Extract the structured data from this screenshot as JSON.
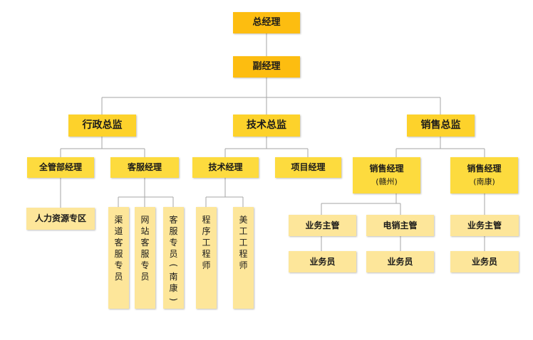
{
  "colors": {
    "top": "#fdbd10",
    "director": "#fdd22b",
    "manager": "#fddb3e",
    "leaf": "#fde69a",
    "connector": "#a6a6a6"
  },
  "nodes": {
    "gm": "总经理",
    "deputy_gm": "副经理",
    "admin_director": "行政总监",
    "tech_director": "技术总监",
    "sales_director": "销售总监",
    "general_mgmt_manager": "全管部经理",
    "cs_manager": "客服经理",
    "tech_manager": "技术经理",
    "project_manager": "项目经理",
    "sales_manager_ganzhou": {
      "title": "销售经理",
      "subtitle": "(赣州)"
    },
    "sales_manager_nankang": {
      "title": "销售经理",
      "subtitle": "(南康)"
    },
    "hr_zone": "人力资源专区",
    "channel_cs": "渠道客服专员",
    "web_cs": "网站客服专员",
    "cs_nankang": "客服专员(南康)",
    "programmer": "程序工程师",
    "art_engineer": "美工工程师",
    "biz_supervisor_1": "业务主管",
    "tele_supervisor": "电销主管",
    "biz_supervisor_2": "业务主管",
    "salesperson_1": "业务员",
    "salesperson_2": "业务员",
    "salesperson_3": "业务员"
  }
}
